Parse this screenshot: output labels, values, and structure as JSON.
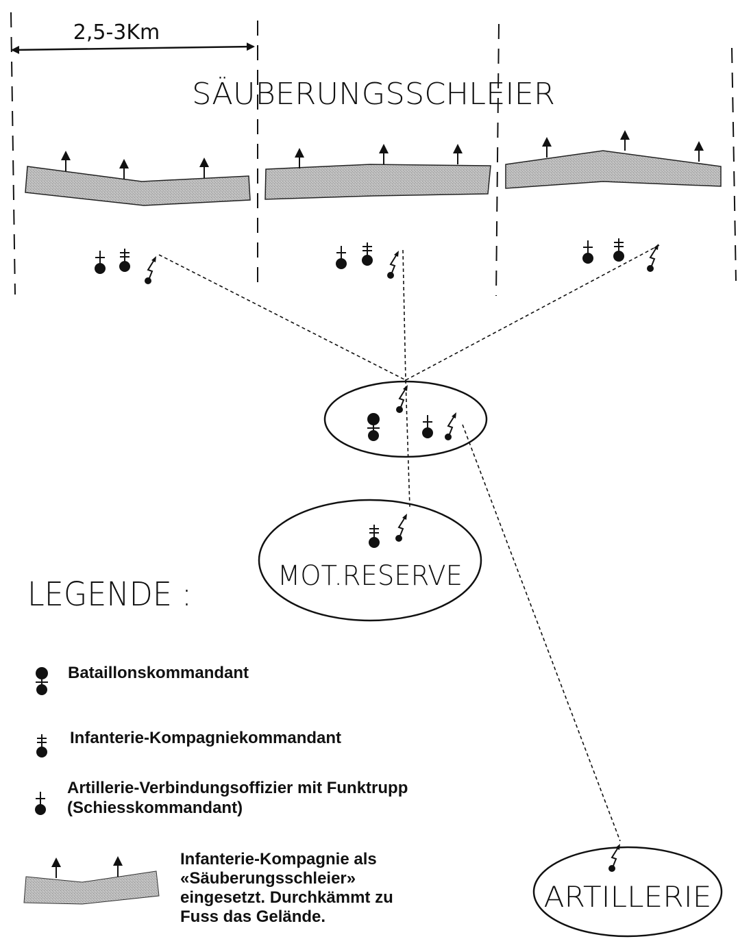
{
  "diagram": {
    "width_label": "2,5-3Km",
    "title": "SÄUBERUNGSSCHLEIER",
    "reserve_label": "MOT.RESERVE",
    "artillery_label": "ARTILLERIE",
    "legend": {
      "heading": "LEGENDE :",
      "items": [
        {
          "symbol": "bataillon-commander-icon",
          "text": "Bataillonskommandant"
        },
        {
          "symbol": "infantry-company-commander-icon",
          "text": "Infanterie-Kompagniekommandant"
        },
        {
          "symbol": "artillery-liaison-icon",
          "lines": [
            "Artillerie-Verbindungsoffizier mit Funktrupp",
            "(Schiesskommandant)"
          ]
        },
        {
          "symbol": "screen-strip-icon",
          "lines": [
            "Infanterie-Kompagnie als",
            "«Säuberungsschleier»",
            "eingesetzt. Durchkämmt zu",
            "Fuss das Gelände."
          ]
        }
      ]
    },
    "colors": {
      "ink": "#111111",
      "strip": "#b9b9b9",
      "background": "#ffffff"
    }
  }
}
